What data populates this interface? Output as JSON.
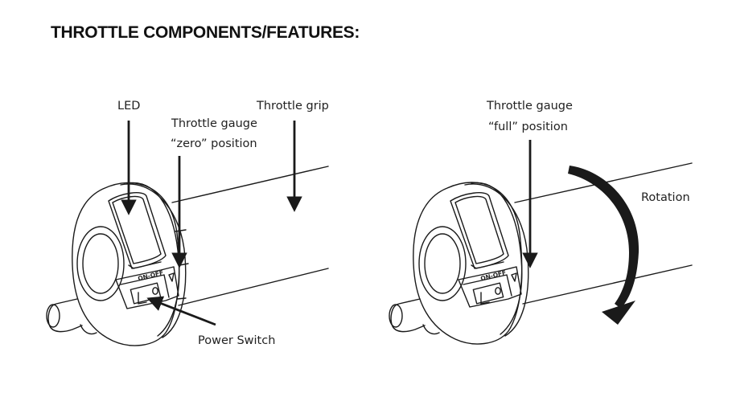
{
  "title": "THROTTLE COMPONENTS/FEATURES:",
  "left_view": {
    "labels": {
      "led": "LED",
      "gauge_line1": "Throttle gauge",
      "gauge_line2": "“zero” position",
      "grip": "Throttle grip",
      "power_switch": "Power Switch"
    },
    "switch_text": "ON-OFF"
  },
  "right_view": {
    "labels": {
      "gauge_line1": "Throttle gauge",
      "gauge_line2": "“full” position",
      "rotation": "Rotation"
    },
    "switch_text": "ON-OFF"
  }
}
